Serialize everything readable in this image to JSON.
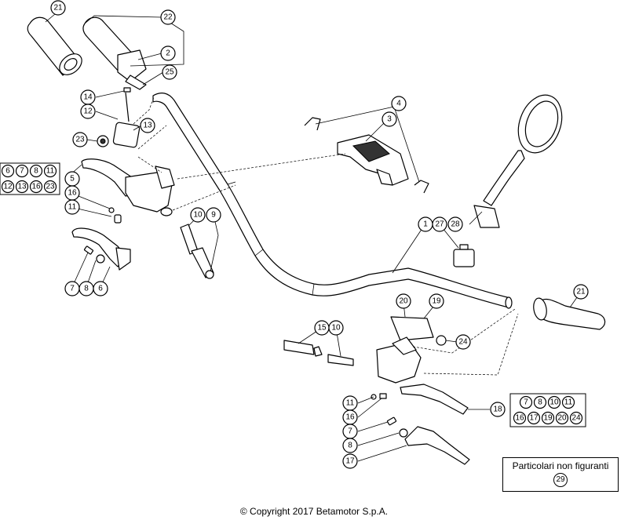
{
  "callouts": [
    {
      "id": "c21a",
      "label": "21"
    },
    {
      "id": "c22",
      "label": "22"
    },
    {
      "id": "c2",
      "label": "2"
    },
    {
      "id": "c25",
      "label": "25"
    },
    {
      "id": "c14",
      "label": "14"
    },
    {
      "id": "c12",
      "label": "12"
    },
    {
      "id": "c13",
      "label": "13"
    },
    {
      "id": "c23",
      "label": "23"
    },
    {
      "id": "c5",
      "label": "5"
    },
    {
      "id": "c16a",
      "label": "16"
    },
    {
      "id": "c11a",
      "label": "11"
    },
    {
      "id": "c10a",
      "label": "10"
    },
    {
      "id": "c9",
      "label": "9"
    },
    {
      "id": "c7a",
      "label": "7"
    },
    {
      "id": "c8a",
      "label": "8"
    },
    {
      "id": "c6",
      "label": "6"
    },
    {
      "id": "c4",
      "label": "4"
    },
    {
      "id": "c3",
      "label": "3"
    },
    {
      "id": "c1",
      "label": "1"
    },
    {
      "id": "c27",
      "label": "27"
    },
    {
      "id": "c28",
      "label": "28"
    },
    {
      "id": "c21b",
      "label": "21"
    },
    {
      "id": "c20",
      "label": "20"
    },
    {
      "id": "c19",
      "label": "19"
    },
    {
      "id": "c24",
      "label": "24"
    },
    {
      "id": "c15",
      "label": "15"
    },
    {
      "id": "c10b",
      "label": "10"
    },
    {
      "id": "c11b",
      "label": "11"
    },
    {
      "id": "c16b",
      "label": "16"
    },
    {
      "id": "c7b",
      "label": "7"
    },
    {
      "id": "c8b",
      "label": "8"
    },
    {
      "id": "c17",
      "label": "17"
    },
    {
      "id": "c18",
      "label": "18"
    }
  ],
  "kit_left": {
    "row1": [
      "6",
      "7",
      "8",
      "11"
    ],
    "row2": [
      "12",
      "13",
      "16",
      "23"
    ]
  },
  "kit_right": {
    "row1": [
      "7",
      "8",
      "10",
      "11"
    ],
    "row2": [
      "16",
      "17",
      "19",
      "20",
      "24"
    ]
  },
  "note": {
    "title": "Particolari non figuranti",
    "number": "29"
  },
  "copyright": "© Copyright 2017 Betamotor S.p.A."
}
